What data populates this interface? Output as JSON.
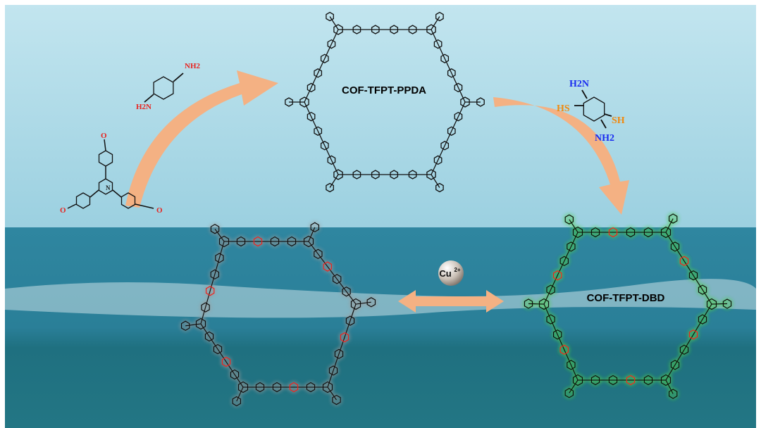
{
  "colors": {
    "arrow": "#f4b183",
    "sky_top": "#bde3ee",
    "sky_bottom": "#9fd3e3",
    "sea": "#2a8098",
    "sea_deep": "#1c6c7c",
    "red": "#e8231f",
    "green_glow": "#5fd05f"
  },
  "monomer_aldehyde": {
    "o_label": "O",
    "n_label": "N"
  },
  "monomer_ppda": {
    "left_amine": "H2N",
    "right_amine": "NH2"
  },
  "monomer_dbd": {
    "top_amine": "H2N",
    "bottom_amine": "NH2",
    "left_thiol": "HS",
    "right_thiol": "SH"
  },
  "cof_ppda": {
    "label": "COF-TFPT-PPDA"
  },
  "cof_dbd": {
    "label": "COF-TFPT-DBD"
  },
  "ion": {
    "symbol": "Cu",
    "charge": "2+"
  }
}
